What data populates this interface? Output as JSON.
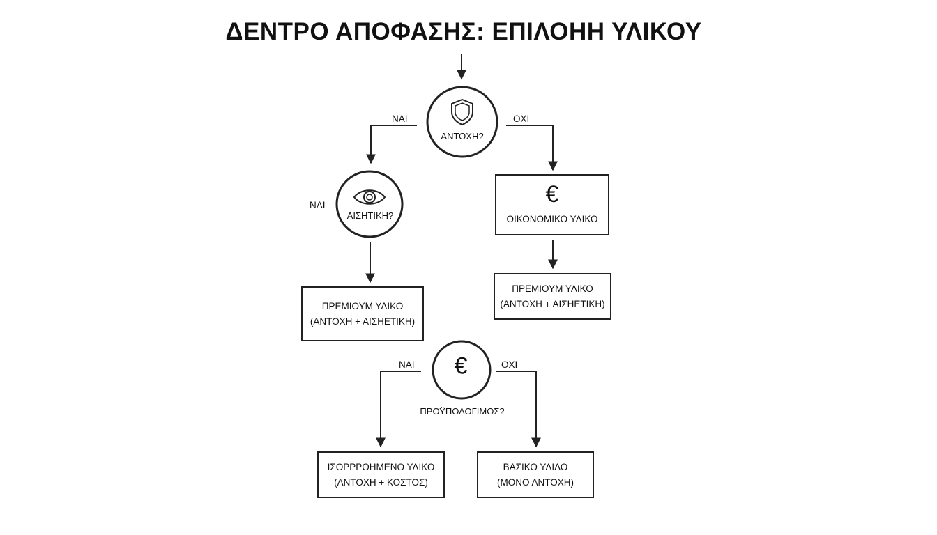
{
  "title": "ΔΕΝΤΡΟ ΑΠΟΦΑΣΗΣ: ΕΠΙΛΟΗΗ ΥΛΙΚΟΥ",
  "decisions": {
    "strength": {
      "label": "ΑΝΤΟΧΗ?",
      "icon": "shield-icon",
      "yes_label": "ΝΑΙ",
      "no_label": "ΟΧΙ"
    },
    "aesthetic": {
      "label": "ΑΙΣΗΤΙΚΗ?",
      "icon": "eye-icon",
      "yes_label": "ΝΑΙ"
    },
    "budget": {
      "label": "ΠΡΟΫΠΟΛΟΓΙΜΟΣ?",
      "icon": "euro-icon",
      "icon_glyph": "€",
      "yes_label": "ΝΑΙ",
      "no_label": "ΟΧΙ"
    }
  },
  "outcomes": {
    "economic": {
      "icon": "euro-icon",
      "icon_glyph": "€",
      "line1": "ΟΙΚΟΝΟΜΙΚΟ ΥΛΙΚΟ"
    },
    "premium_left": {
      "line1": "ΠΡΕΜΙΟΥΜ ΥΛΙΚΟ",
      "line2": "(ΑΝΤΟΧΗ + ΑΙΣΗΕΤΙΚΗ)"
    },
    "premium_right": {
      "line1": "ΠΡΕΜΙΟΥΜ ΥΛΙΚΟ",
      "line2": "(ΑΝΤΟΧΗ + ΑΙΣΗΕΤΙΚΗ)"
    },
    "balanced": {
      "line1": "ΙΣΟΡΡΡΟΗΜΕΝΟ ΥΛΙΚΟ",
      "line2": "(ΑΝΤΟΧΗ + ΚΟΣΤΟΣ)"
    },
    "basic": {
      "line1": "ΒΑΣΙΚΟ ΥΛΙΛΟ",
      "line2": "(ΜΟΝΟ ΑΝΤΟΧΗ)"
    }
  }
}
